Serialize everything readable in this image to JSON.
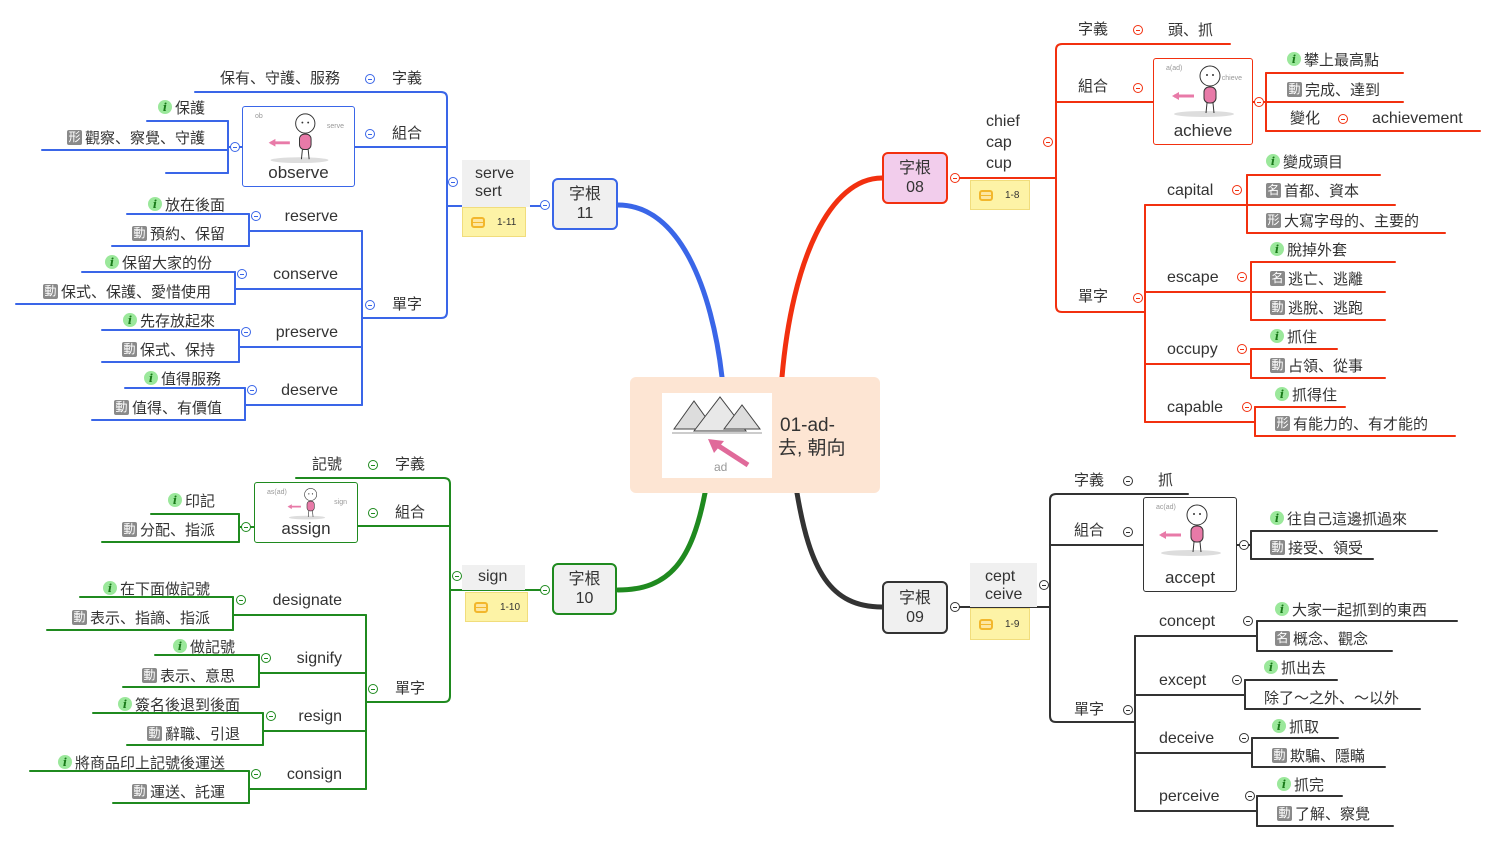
{
  "center": {
    "title_line1": "01-ad-",
    "title_line2": "去, 朝向",
    "image_label": "ad",
    "image": "pyramids-with-arrow-icon"
  },
  "roots": [
    {
      "label": "字根",
      "number": "11",
      "color": "#3a66e8",
      "root_parts": [
        "serve",
        "sert"
      ],
      "note": "1-11",
      "meaning": {
        "label": "字義",
        "value": "保有、守護、服務"
      },
      "combo": {
        "label": "組合",
        "word": "observe",
        "image_labels": [
          "ob",
          "serve"
        ],
        "defs": [
          {
            "kind": "info",
            "text": "保護"
          },
          {
            "badge": "形",
            "text": "觀察、察覺、守護"
          }
        ]
      },
      "words": {
        "label": "單字",
        "items": [
          {
            "word": "reserve",
            "defs": [
              {
                "kind": "info",
                "text": "放在後面"
              },
              {
                "badge": "動",
                "text": "預約、保留"
              }
            ]
          },
          {
            "word": "conserve",
            "defs": [
              {
                "kind": "info",
                "text": "保留大家的份"
              },
              {
                "badge": "動",
                "text": "保式、保護、愛惜使用"
              }
            ]
          },
          {
            "word": "preserve",
            "defs": [
              {
                "kind": "info",
                "text": "先存放起來"
              },
              {
                "badge": "動",
                "text": "保式、保持"
              }
            ]
          },
          {
            "word": "deserve",
            "defs": [
              {
                "kind": "info",
                "text": "值得服務"
              },
              {
                "badge": "動",
                "text": "值得、有價值"
              }
            ]
          }
        ]
      }
    },
    {
      "label": "字根",
      "number": "10",
      "color": "#1f8a1f",
      "root_parts": [
        "sign"
      ],
      "note": "1-10",
      "meaning": {
        "label": "字義",
        "value": "記號"
      },
      "combo": {
        "label": "組合",
        "word": "assign",
        "image_labels": [
          "as(ad)",
          "sign"
        ],
        "defs": [
          {
            "kind": "info",
            "text": "印記"
          },
          {
            "badge": "動",
            "text": "分配、指派"
          }
        ]
      },
      "words": {
        "label": "單字",
        "items": [
          {
            "word": "designate",
            "defs": [
              {
                "kind": "info",
                "text": "在下面做記號"
              },
              {
                "badge": "動",
                "text": "表示、指謫、指派"
              }
            ]
          },
          {
            "word": "signify",
            "defs": [
              {
                "kind": "info",
                "text": "做記號"
              },
              {
                "badge": "動",
                "text": "表示、意思"
              }
            ]
          },
          {
            "word": "resign",
            "defs": [
              {
                "kind": "info",
                "text": "簽名後退到後面"
              },
              {
                "badge": "動",
                "text": "辭職、引退"
              }
            ]
          },
          {
            "word": "consign",
            "defs": [
              {
                "kind": "info",
                "text": "將商品印上記號後運送"
              },
              {
                "badge": "動",
                "text": "運送、託運"
              }
            ]
          }
        ]
      }
    },
    {
      "label": "字根",
      "number": "08",
      "color": "#f2300f",
      "root_parts": [
        "chief",
        "cap",
        "cup"
      ],
      "note": "1-8",
      "meaning": {
        "label": "字義",
        "value": "頭、抓"
      },
      "combo": {
        "label": "組合",
        "word": "achieve",
        "image_labels": [
          "a(ad)",
          "chieve"
        ],
        "defs": [
          {
            "kind": "info",
            "text": "攀上最高點"
          },
          {
            "badge": "動",
            "text": "完成、達到"
          }
        ],
        "variation": {
          "label": "變化",
          "word": "achievement"
        }
      },
      "words": {
        "label": "單字",
        "items": [
          {
            "word": "capital",
            "defs": [
              {
                "kind": "info",
                "text": "變成頭目"
              },
              {
                "badge": "名",
                "text": "首都、資本"
              },
              {
                "badge": "形",
                "text": "大寫字母的、主要的"
              }
            ]
          },
          {
            "word": "escape",
            "defs": [
              {
                "kind": "info",
                "text": "脫掉外套"
              },
              {
                "badge": "名",
                "text": "逃亡、逃離"
              },
              {
                "badge": "動",
                "text": "逃脫、逃跑"
              }
            ]
          },
          {
            "word": "occupy",
            "defs": [
              {
                "kind": "info",
                "text": "抓住"
              },
              {
                "badge": "動",
                "text": "占領、從事"
              }
            ]
          },
          {
            "word": "capable",
            "defs": [
              {
                "kind": "info",
                "text": "抓得住"
              },
              {
                "badge": "形",
                "text": "有能力的、有才能的"
              }
            ]
          }
        ]
      }
    },
    {
      "label": "字根",
      "number": "09",
      "color": "#333333",
      "root_parts": [
        "cept",
        "ceive"
      ],
      "note": "1-9",
      "meaning": {
        "label": "字義",
        "value": "抓"
      },
      "combo": {
        "label": "組合",
        "word": "accept",
        "image_labels": [
          "ac(ad)"
        ],
        "defs": [
          {
            "kind": "info",
            "text": "往自己這邊抓過來"
          },
          {
            "badge": "動",
            "text": "接受、領受"
          }
        ]
      },
      "words": {
        "label": "單字",
        "items": [
          {
            "word": "concept",
            "defs": [
              {
                "kind": "info",
                "text": "大家一起抓到的東西"
              },
              {
                "badge": "名",
                "text": "概念、觀念"
              }
            ]
          },
          {
            "word": "except",
            "defs": [
              {
                "kind": "info",
                "text": "抓出去"
              },
              {
                "text": "除了～之外、～以外"
              }
            ]
          },
          {
            "word": "deceive",
            "defs": [
              {
                "kind": "info",
                "text": "抓取"
              },
              {
                "badge": "動",
                "text": "欺騙、隱瞞"
              }
            ]
          },
          {
            "word": "perceive",
            "defs": [
              {
                "kind": "info",
                "text": "抓完"
              },
              {
                "badge": "動",
                "text": "了解、察覺"
              }
            ]
          }
        ]
      }
    }
  ]
}
